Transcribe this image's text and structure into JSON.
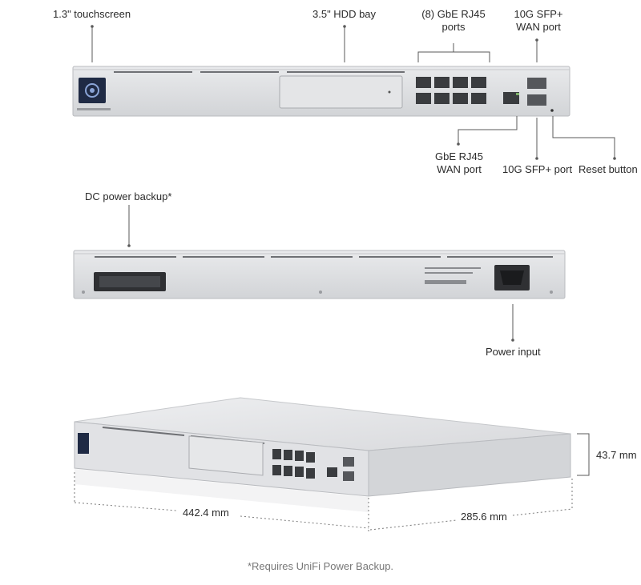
{
  "labels": {
    "touchscreen": "1.3\" touchscreen",
    "hdd_bay": "3.5\" HDD bay",
    "gbe_ports_line1": "(8) GbE RJ45",
    "gbe_ports_line2": "ports",
    "sfp_wan_line1": "10G SFP+",
    "sfp_wan_line2": "WAN port",
    "gbe_wan_line1": "GbE RJ45",
    "gbe_wan_line2": "WAN port",
    "sfp_port": "10G SFP+ port",
    "reset_button": "Reset button",
    "dc_power": "DC power backup*",
    "power_input": "Power input"
  },
  "dimensions": {
    "width": "442.4 mm",
    "depth": "285.6 mm",
    "height": "43.7 mm"
  },
  "footnote": "*Requires UniFi Power Backup.",
  "colors": {
    "chassis": "#dcdde0",
    "chassis_edge": "#b9bbbf",
    "leader": "#5a5a5a",
    "port": "#3a3c3f"
  }
}
